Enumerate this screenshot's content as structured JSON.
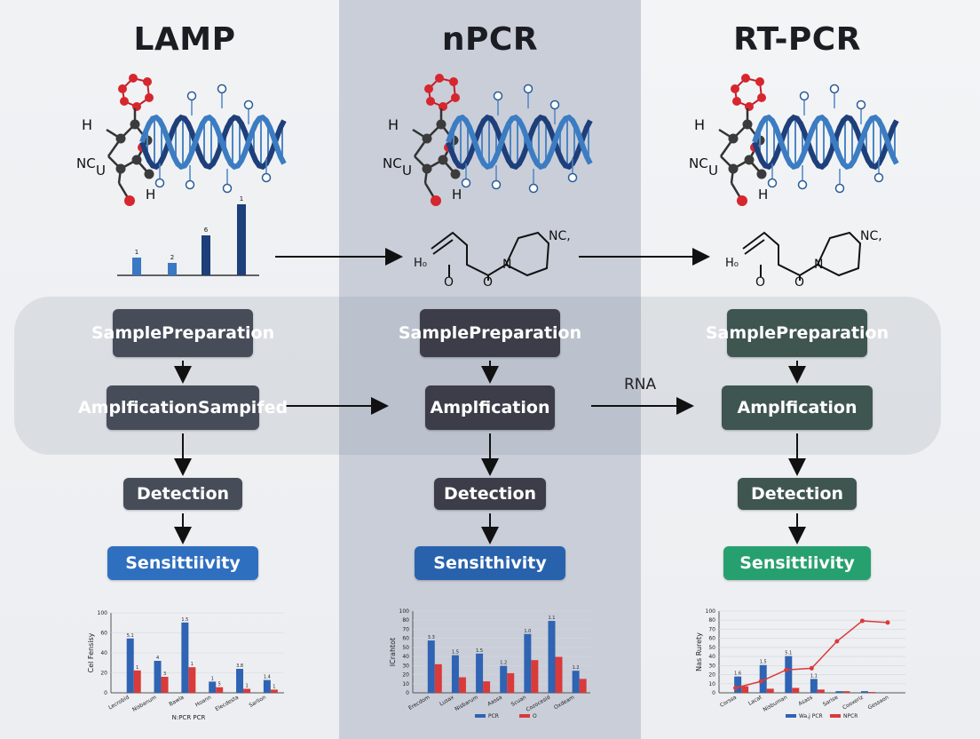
{
  "columns": [
    {
      "title": "LAMP",
      "steps": [
        [
          "Sample",
          "Preparation"
        ],
        [
          "Amplfication",
          "Sampifed"
        ],
        [
          "Detection"
        ],
        [
          "Sensittiivity"
        ]
      ],
      "colors": [
        "#474c59",
        "#474c59",
        "#474c59",
        "#2f6fbf"
      ]
    },
    {
      "title": "nPCR",
      "steps": [
        [
          "Sample",
          "Preparation"
        ],
        [
          "Amplfication"
        ],
        [
          "Detection"
        ],
        [
          "Sensithivity"
        ]
      ],
      "colors": [
        "#3d3c49",
        "#3d3c49",
        "#3d3c49",
        "#2862ad"
      ]
    },
    {
      "title": "RT-PCR",
      "steps": [
        [
          "Sample",
          "Preparation"
        ],
        [
          "Amplfication"
        ],
        [
          "Detection"
        ],
        [
          "Sensittiivity"
        ]
      ],
      "colors": [
        "#3f5550",
        "#3f5550",
        "#3f5550",
        "#27a06f"
      ]
    }
  ],
  "arrow_label": "RNA",
  "molecule_labels": {
    "h": "H",
    "nc": "NC",
    "u": "U",
    "ho": "H₀",
    "o": "O",
    "nc_ring": "NC,",
    "n": "N"
  },
  "mini_bar": {
    "labels": [
      "1",
      "2",
      "6",
      "1"
    ],
    "values": [
      20,
      14,
      45,
      80
    ]
  },
  "chart_data": [
    {
      "type": "bar",
      "title": "",
      "ylabel": "Cel Fensisy",
      "xlabel": "N:PCR PCR",
      "yticks": [
        "0",
        "20",
        "40",
        "60",
        "100"
      ],
      "ylim": [
        0,
        100
      ],
      "categories": [
        "Lecrobid",
        "Nisbanum",
        "Bawla",
        "Hoann",
        "Elecdesta",
        "Sarlion"
      ],
      "series": [
        {
          "name": "",
          "color": "#2f63b3",
          "values": [
            68,
            40,
            88,
            14,
            30,
            16
          ]
        },
        {
          "name": "",
          "color": "#d93a3a",
          "values": [
            28,
            20,
            32,
            7,
            5,
            4
          ]
        }
      ],
      "value_labels": [
        [
          "5.1",
          "4",
          "1.5",
          "1",
          "3.8",
          "1.4"
        ],
        [
          "1",
          "3",
          "1",
          "5",
          "1",
          "1"
        ]
      ]
    },
    {
      "type": "bar",
      "title": "",
      "ylabel": "ICrahtot",
      "xlabel": "",
      "yticks": [
        "0",
        "10",
        "20",
        "30",
        "40",
        "50",
        "60",
        "70",
        "80",
        "100"
      ],
      "ylim": [
        0,
        100
      ],
      "categories": [
        "Erecdom",
        "Lusax",
        "Nisbarum",
        "Aassa",
        "Scuan",
        "Cozocesid",
        "Oxdeam"
      ],
      "series": [
        {
          "name": "PCR",
          "color": "#2f63b3",
          "values": [
            64,
            46,
            48,
            33,
            72,
            88,
            27
          ]
        },
        {
          "name": "O",
          "color": "#d93a3a",
          "values": [
            35,
            19,
            14,
            24,
            40,
            44,
            17
          ]
        }
      ],
      "value_labels": [
        [
          "3.3",
          "1.5",
          "1.5",
          "1.2",
          "1.0",
          "1.1",
          "1.2"
        ],
        [
          "",
          "",
          "",
          "",
          "",
          "",
          ""
        ]
      ]
    },
    {
      "type": "bar+line",
      "title": "",
      "ylabel": "Nas Rurety",
      "xlabel": "",
      "yticks": [
        "0",
        "10",
        "20",
        "30",
        "40",
        "50",
        "60",
        "70",
        "80",
        "100"
      ],
      "ylim": [
        0,
        100
      ],
      "categories": [
        "Corssa",
        "Lacat",
        "Nisbuman",
        "Asass",
        "Sarise",
        "Cooxeriz",
        "Gessaon"
      ],
      "series": [
        {
          "name": "Wa,j PCR",
          "color": "#2f63b3",
          "values": [
            20,
            34,
            45,
            17,
            2,
            2,
            0
          ]
        },
        {
          "name": "NPCR",
          "color": "#d93a3a",
          "values": [
            8,
            5,
            6,
            4,
            2,
            1,
            0
          ]
        }
      ],
      "line": {
        "name": "NPCR",
        "color": "#d93a3a",
        "x": [
          0.3,
          1.3,
          2.3,
          3.3,
          4.3,
          5.3,
          6.3
        ],
        "values": [
          6,
          14,
          28,
          30,
          63,
          88,
          86
        ]
      },
      "value_labels": [
        [
          "1.6",
          "1.5",
          "5.1",
          "1.1",
          "",
          "",
          ""
        ],
        [
          "",
          "",
          "",
          "",
          "",
          "",
          ""
        ]
      ]
    }
  ]
}
